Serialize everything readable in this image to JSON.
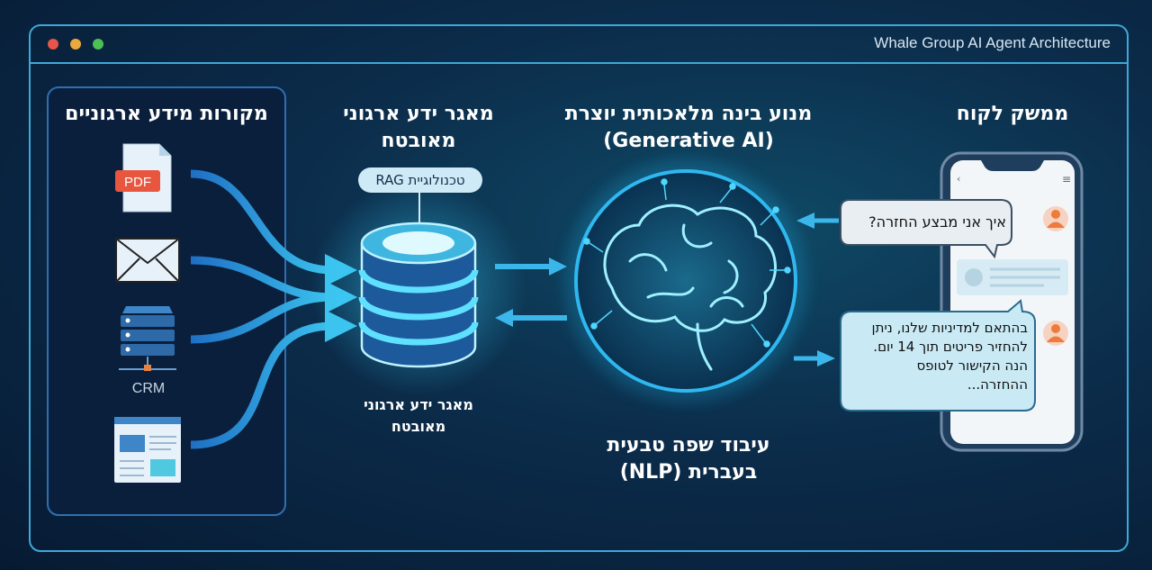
{
  "window": {
    "title": "Whale Group AI Agent Architecture",
    "dots": [
      "#e5554a",
      "#e9a93b",
      "#4cbf55"
    ],
    "accent": "#3fa8d8"
  },
  "sources": {
    "title": "מקורות מידע ארגוניים",
    "icons": [
      "pdf-file-icon",
      "envelope-icon",
      "server-icon",
      "webpage-icon"
    ],
    "pdf_label": "PDF",
    "crm_label": "CRM"
  },
  "knowledge": {
    "title_line1": "מאגר ידע ארגוני",
    "title_line2": "מאובטח",
    "badge": "טכנולוגיית RAG",
    "caption_line1": "מאגר ידע ארגוני",
    "caption_line2": "מאובטח"
  },
  "engine": {
    "title_line1": "מנוע בינה מלאכותית יוצרת",
    "title_line2": "(Generative AI)",
    "caption_line1": "עיבוד שפה טבעית",
    "caption_line2": "בעברית (NLP)"
  },
  "client": {
    "title": "ממשק לקוח",
    "question": "איך אני מבצע החזרה?",
    "answer": [
      "בהתאם למדיניות שלנו, ניתן",
      "להחזיר פריטים תוך 14 יום.",
      "הנה הקישור לטופס",
      "ההחזרה..."
    ]
  }
}
